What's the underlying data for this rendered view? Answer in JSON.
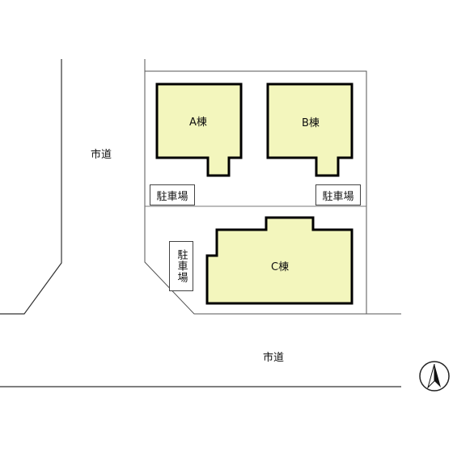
{
  "roads": {
    "west": "市道",
    "south": "市道"
  },
  "buildings": {
    "a": "A棟",
    "b": "B棟",
    "c": "C棟"
  },
  "parking": {
    "left_top": "駐車場",
    "right": "駐車場",
    "left_vertical": "駐車場"
  },
  "colors": {
    "building_fill": "#f3f6bd",
    "building_outline": "#000000",
    "lot_outline": "#555555",
    "road_line": "#333333"
  },
  "icons": {
    "compass": "north-arrow-icon"
  }
}
